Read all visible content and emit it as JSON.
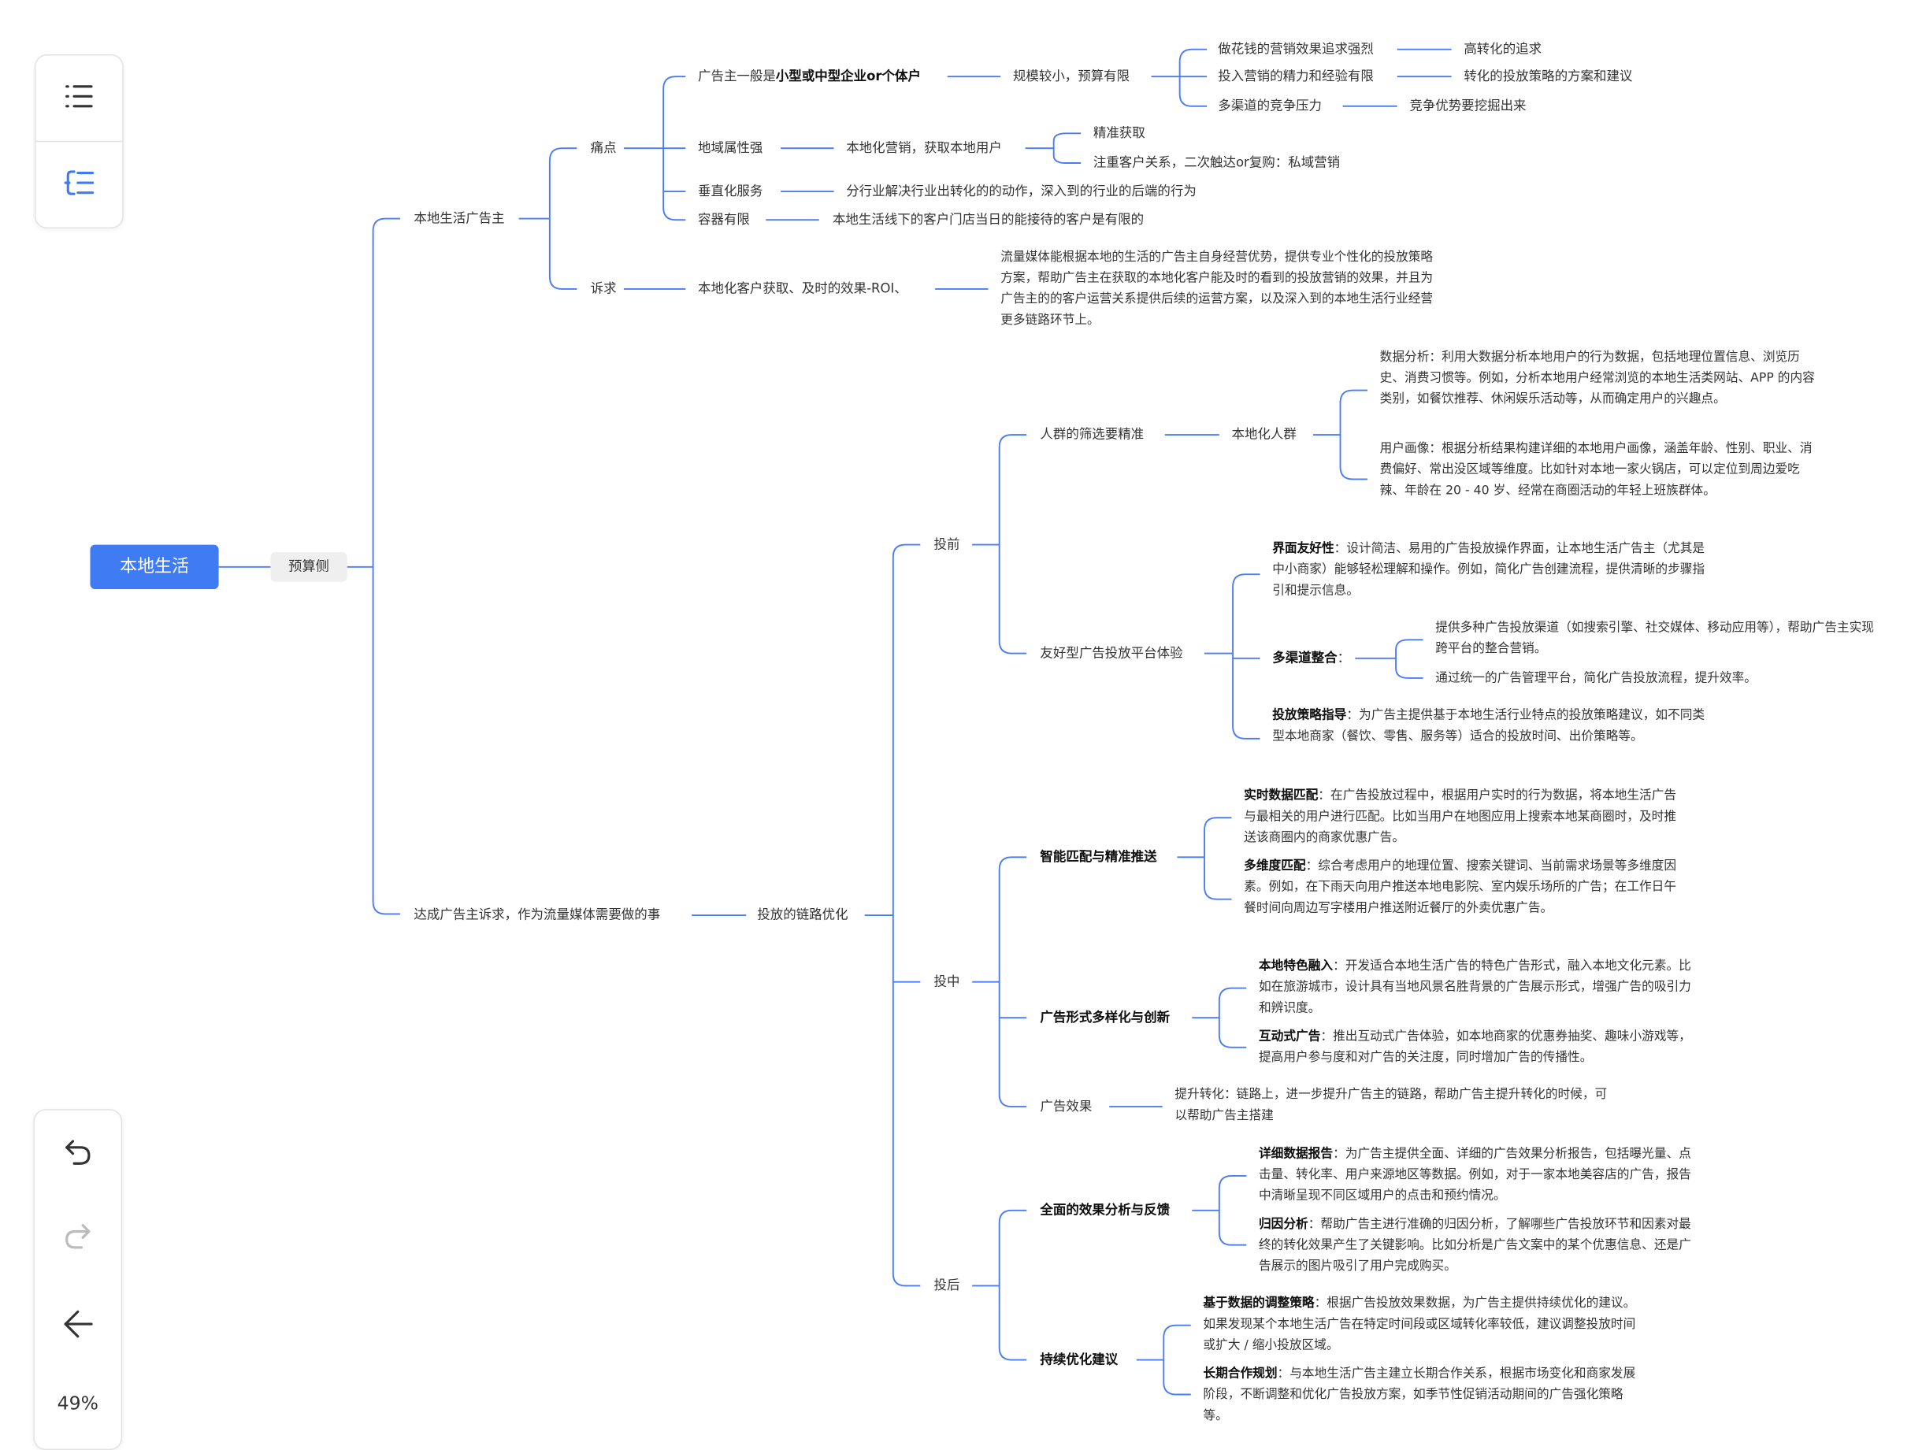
{
  "toolbar": {
    "outline_icon": "list-icon",
    "structure_icon": "mindmap-structure-icon"
  },
  "bottom_toolbar": {
    "undo_icon": "undo-icon",
    "redo_icon": "redo-icon",
    "collapse_icon": "collapse-arrow-icon",
    "zoom": "49%"
  },
  "mindmap": {
    "root": "本地生活",
    "budget_side": "预算侧",
    "advertiser": {
      "title": "本地生活广告主",
      "pain": {
        "title": "痛点",
        "item1": {
          "prefix": "广告主一般是",
          "bold": "小型或中型企业or个体户",
          "child": "规模较小，预算有限",
          "sub": [
            {
              "text": "做花钱的营销效果追求强烈",
              "result": "高转化的追求"
            },
            {
              "text": "投入营销的精力和经验有限",
              "result": "转化的投放策略的方案和建议"
            },
            {
              "text": "多渠道的竞争压力",
              "result": "竞争优势要挖掘出来"
            }
          ]
        },
        "item2": {
          "text": "地域属性强",
          "child": "本地化营销，获取本地用户",
          "sub": [
            "精准获取",
            "注重客户关系，二次触达or复购：私域营销"
          ]
        },
        "item3": {
          "text": "垂直化服务",
          "child": "分行业解决行业出转化的的动作，深入到的行业的后端的行为"
        },
        "item4": {
          "text": "容器有限",
          "child": "本地生活线下的客户门店当日的能接待的客户是有限的"
        }
      },
      "demand": {
        "title": "诉求",
        "item": "本地化客户获取、及时的效果-ROI、",
        "detail": "流量媒体能根据本地的生活的广告主自身经营优势，提供专业个性化的投放策略方案，帮助广告主在获取的本地化客户能及时的看到的投放营销的效果，并且为广告主的的客户运营关系提供后续的运营方案，以及深入到的本地生活行业经营更多链路环节上。"
      }
    },
    "media": {
      "title": "达成广告主诉求，作为流量媒体需要做的事",
      "chain": "投放的链路优化",
      "pre": {
        "title": "投前",
        "crowd": {
          "title": "人群的筛选要精准",
          "child": "本地化人群",
          "items": [
            "数据分析：利用大数据分析本地用户的行为数据，包括地理位置信息、浏览历史、消费习惯等。例如，分析本地用户经常浏览的本地生活类网站、APP 的内容类别，如餐饮推荐、休闲娱乐活动等，从而确定用户的兴趣点。",
            "用户画像：根据分析结果构建详细的本地用户画像，涵盖年龄、性别、职业、消费偏好、常出没区域等维度。比如针对本地一家火锅店，可以定位到周边爱吃辣、年龄在 20 - 40 岁、经常在商圈活动的年轻上班族群体。"
          ]
        },
        "platform": {
          "title": "友好型广告投放平台体验",
          "ui": {
            "bold": "界面友好性",
            "text": "：设计简洁、易用的广告投放操作界面，让本地生活广告主（尤其是中小商家）能够轻松理解和操作。例如，简化广告创建流程，提供清晰的步骤指引和提示信息。"
          },
          "multi": {
            "bold": "多渠道整合",
            "text": "：",
            "items": [
              "提供多种广告投放渠道（如搜索引擎、社交媒体、移动应用等），帮助广告主实现跨平台的整合营销。",
              "通过统一的广告管理平台，简化广告投放流程，提升效率。"
            ]
          },
          "guide": {
            "bold": "投放策略指导",
            "text": "：为广告主提供基于本地生活行业特点的投放策略建议，如不同类型本地商家（餐饮、零售、服务等）适合的投放时间、出价策略等。"
          }
        }
      },
      "mid": {
        "title": "投中",
        "match": {
          "title": "智能匹配与精准推送",
          "items": [
            {
              "bold": "实时数据匹配",
              "text": "：在广告投放过程中，根据用户实时的行为数据，将本地生活广告与最相关的用户进行匹配。比如当用户在地图应用上搜索本地某商圈时，及时推送该商圈内的商家优惠广告。"
            },
            {
              "bold": "多维度匹配",
              "text": "：综合考虑用户的地理位置、搜索关键词、当前需求场景等多维度因素。例如，在下雨天向用户推送本地电影院、室内娱乐场所的广告；在工作日午餐时间向周边写字楼用户推送附近餐厅的外卖优惠广告。"
            }
          ]
        },
        "form": {
          "title": "广告形式多样化与创新",
          "items": [
            {
              "bold": "本地特色融入",
              "text": "：开发适合本地生活广告的特色广告形式，融入本地文化元素。比如在旅游城市，设计具有当地风景名胜背景的广告展示形式，增强广告的吸引力和辨识度。"
            },
            {
              "bold": "互动式广告",
              "text": "：推出互动式广告体验，如本地商家的优惠券抽奖、趣味小游戏等，提高用户参与度和对广告的关注度，同时增加广告的传播性。"
            }
          ]
        },
        "effect": {
          "title": "广告效果",
          "text": "提升转化：链路上，进一步提升广告主的链路，帮助广告主提升转化的时候，可以帮助广告主搭建"
        }
      },
      "post": {
        "title": "投后",
        "analysis": {
          "title": "全面的效果分析与反馈",
          "items": [
            {
              "bold": "详细数据报告",
              "text": "：为广告主提供全面、详细的广告效果分析报告，包括曝光量、点击量、转化率、用户来源地区等数据。例如，对于一家本地美容店的广告，报告中清晰呈现不同区域用户的点击和预约情况。"
            },
            {
              "bold": "归因分析",
              "text": "：帮助广告主进行准确的归因分析，了解哪些广告投放环节和因素对最终的转化效果产生了关键影响。比如分析是广告文案中的某个优惠信息、还是广告展示的图片吸引了用户完成购买。"
            }
          ]
        },
        "optimize": {
          "title": "持续优化建议",
          "items": [
            {
              "bold": "基于数据的调整策略",
              "text": "：根据广告投放效果数据，为广告主提供持续优化的建议。如果发现某个本地生活广告在特定时间段或区域转化率较低，建议调整投放时间或扩大 / 缩小投放区域。"
            },
            {
              "bold": "长期合作规划",
              "text": "：与本地生活广告主建立长期合作关系，根据市场变化和商家发展阶段，不断调整和优化广告投放方案，如季节性促销活动期间的广告强化策略等。"
            }
          ]
        }
      }
    }
  }
}
